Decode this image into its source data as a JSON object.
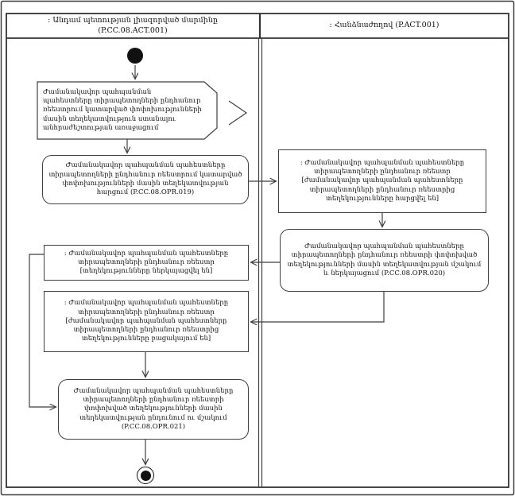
{
  "diagram": {
    "type": "uml-activity-swimlane",
    "lanes": {
      "member_state": {
        "title": ": Անդամ պետության լիազորված մարմինը",
        "code": "(P.CC.08.ACT.001)"
      },
      "commission": {
        "title": ": Հանձնաժողով (P.ACT.001)"
      }
    },
    "nodes": {
      "event_start": "Ժամանակավոր պահպանման պահեստները տիրապետողների ընդհանուր ռեեստրում կատարված փոփոխությունների մասին տեղեկատվություն ստանալու անհրաժեշտության առաջացում",
      "opr019": "Ժամանակավոր պահպանման պահեստները տիրապետողների ընդհանուր ռեեստրում կատարված փոփոխությունների մասին տեղեկատվության հարցում (P.CC.08.OPR.019)",
      "registry_queried": ": Ժամանակավոր պահպանման պահեստները տիրապետողների ընդհանուր ռեեստր [ժամանակավոր պահպանման պահեստները տիրապետողների ընդհանուր ռեեստրից տեղեկությունները հարցվել են]",
      "opr020": "Ժամանակավոր պահպանման պահեստները տիրապետողների ընդհանուր ռեեստրի փոփոխված տեղեկությունների մասին տեղեկատվության մշակում և ներկայացում (P.CC.08.OPR.020)",
      "registry_presented": ": Ժամանակավոր պահպանման պահեստները տիրապետողների ընդհանուր ռեեստր [տեղեկությունները ներկայացվել են]",
      "registry_missing": ": Ժամանակավոր պահպանման պահեստները տիրապետողների ընդհանուր ռեեստր [ժամանակավոր պահպանման պահեստները տիրապետողների ընդհանուր ռեեստրից տեղեկությունները բացակայում են]",
      "opr021": "Ժամանակավոր պահպանման պահեստները տիրապետողների ընդհանուր ռեեստրի փոփոխված տեղեկությունների մասին տեղեկատվության ընդունում ու մշակում (P.CC.08.OPR.021)"
    },
    "colors": {
      "line": "#3f3f3f",
      "text": "#111111",
      "background": "#ffffff"
    }
  }
}
